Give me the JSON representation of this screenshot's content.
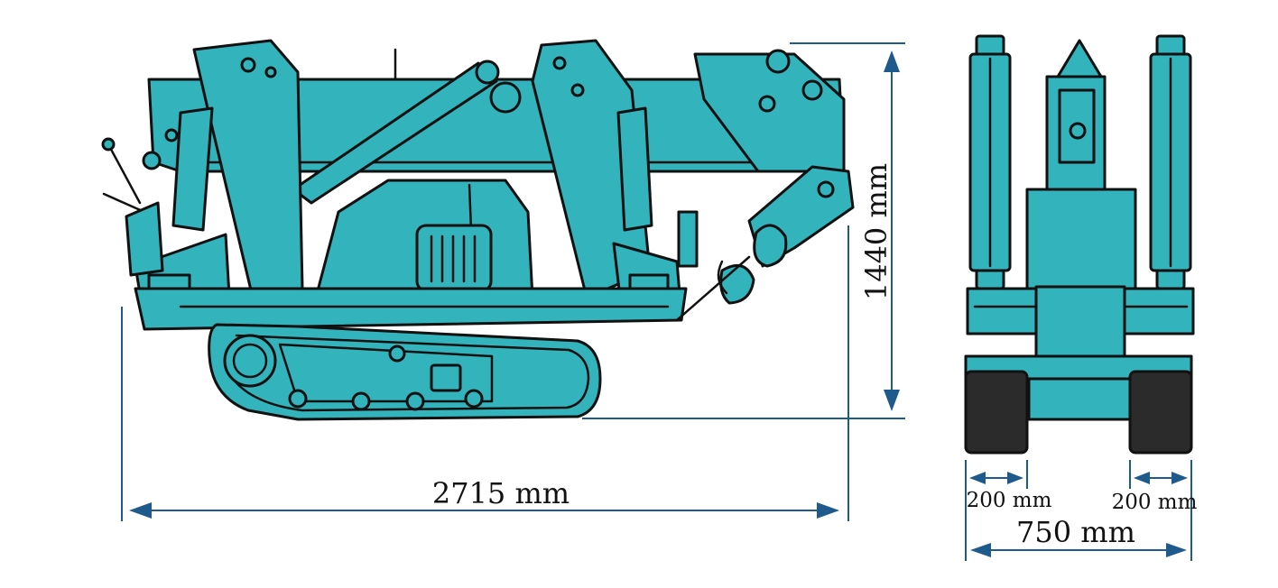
{
  "colors": {
    "machine_body": "#33b3bb",
    "outline": "#111111",
    "dimension_lines": "#1e5a8c",
    "tracks": "#2b2b2b"
  },
  "dimensions": {
    "length": "2715 mm",
    "height": "1440 mm",
    "track_width_left": "200 mm",
    "track_width_right": "200 mm",
    "total_width": "750 mm"
  }
}
